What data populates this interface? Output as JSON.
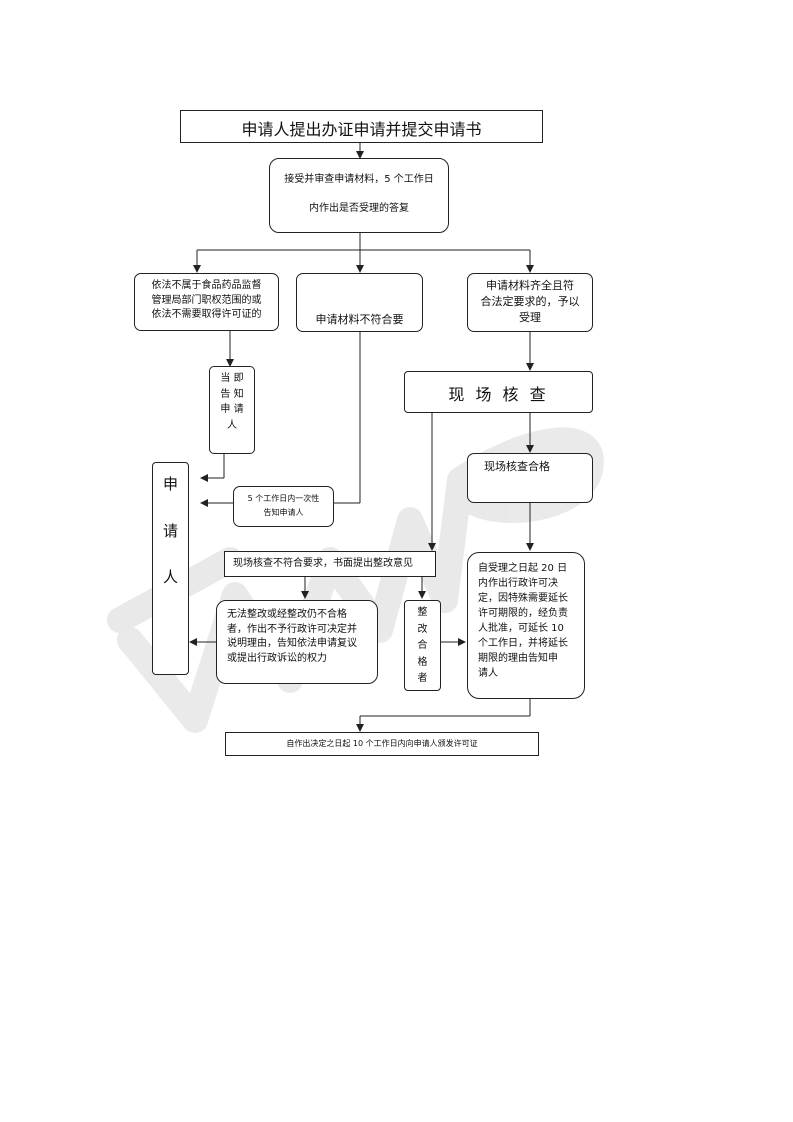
{
  "flowchart": {
    "title_box": "申请人提出办证申请并提交申请书",
    "review_box": "接受并审查申请材料，5 个工作日\n\n内作出是否受理的答复",
    "not_in_scope_box": "依法不属于食品药品监督\n管理局部门职权范围的或\n依法不需要取得许可证的",
    "inform_now_box": "当 即\n告 知\n申 请\n人",
    "incomplete_box": "申请材料不符合要",
    "accepted_box": "申请材料齐全且符\n合法定要求的，予以\n受理",
    "onsite_check_box": "现 场 核 查",
    "check_pass_box": "现场核查合格",
    "applicant_box": "申\n\n请\n\n人",
    "notify_once_box": "5 个工作日内一次性\n告知申请人",
    "check_fail_box": "现场核查不符合要求，书面提出整改意见",
    "cannot_fix_box": "无法整改或经整改仍不合格\n者，作出不予行政许可决定并\n说明理由，告知依法申请复议\n或提出行政诉讼的权力",
    "fixed_pass_box": "整\n改\n合\n格\n者",
    "decision_box": "自受理之日起 20 日\n内作出行政许可决\n定，因特殊需要延长\n许可期限的，经负责\n人批准，可延长 10\n个工作日，并将延长\n期限的理由告知申\n请人",
    "issue_box": "自作出决定之日起 10 个工作日内向申请人颁发许可证"
  },
  "colors": {
    "line": "#222222",
    "watermark": "#e8e8e8"
  }
}
